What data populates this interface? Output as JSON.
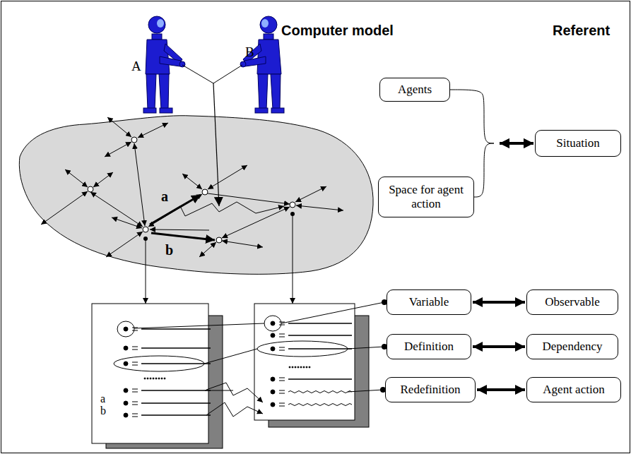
{
  "diagram": {
    "nodes": [
      {
        "text": [
          "Agents"
        ]
      },
      {
        "text": [
          "Space for agent action"
        ]
      },
      {
        "text": [
          "Situation"
        ]
      },
      {
        "text": [
          "Variable"
        ]
      },
      {
        "text": [
          "Observable"
        ]
      },
      {
        "text": [
          "Definition"
        ]
      },
      {
        "text": [
          "Dependency"
        ]
      },
      {
        "text": [
          "Redefinition"
        ]
      },
      {
        "text": [
          "Agent action"
        ]
      }
    ],
    "edges": [
      {
        "from": 0,
        "to": 2,
        "arrow": "both"
      },
      {
        "from": 1,
        "to": 2,
        "arrow": "both"
      },
      {
        "from": 3,
        "to": 4,
        "arrow": "both"
      },
      {
        "from": 5,
        "to": 6,
        "arrow": "both"
      },
      {
        "from": 7,
        "to": 8,
        "arrow": "both"
      }
    ],
    "labels": [
      "Computer model",
      "Referent",
      "A",
      "B",
      "a",
      "b",
      "a",
      "b"
    ]
  }
}
